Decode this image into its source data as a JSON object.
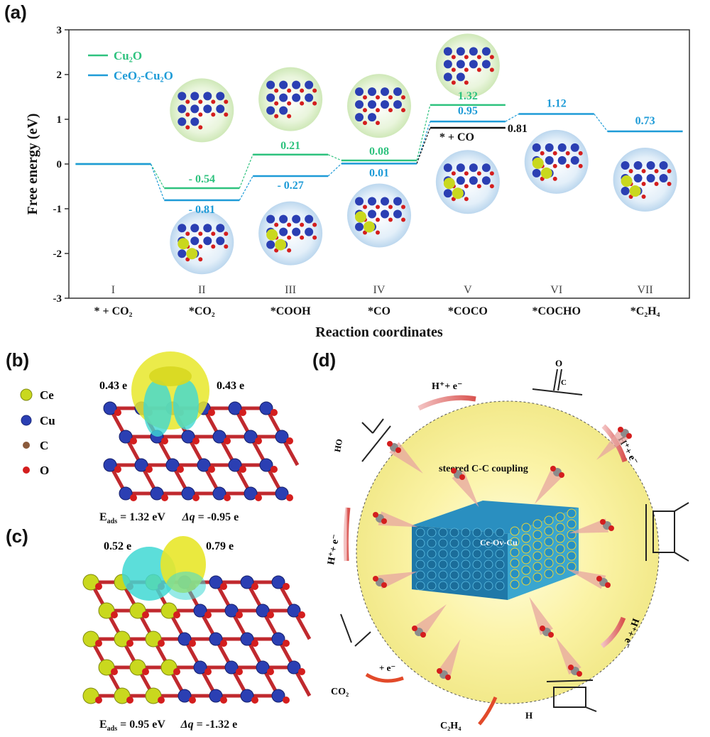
{
  "panels": {
    "a": "(a)",
    "b": "(b)",
    "c": "(c)",
    "d": "(d)"
  },
  "chart_data": {
    "type": "line",
    "title": "",
    "ylabel": "Free energy (eV)",
    "xlabel": "Reaction coordinates",
    "ylim": [
      -3,
      3
    ],
    "yticks": [
      "-3",
      "-2",
      "-1",
      "0",
      "1",
      "2",
      "3"
    ],
    "roman": [
      "I",
      "II",
      "III",
      "IV",
      "V",
      "VI",
      "VII"
    ],
    "categories": [
      "* + CO₂",
      "*CO₂",
      "*COOH",
      "*CO",
      "*COCO",
      "*COCHO",
      "*C₂H₄"
    ],
    "series": [
      {
        "name": "Cu₂O",
        "color": "#2ec27e",
        "values": [
          0,
          -0.54,
          0.21,
          0.08,
          1.32
        ],
        "labels": [
          "",
          "- 0.54",
          "0.21",
          "0.08",
          "1.32"
        ]
      },
      {
        "name": "CeO₂-Cu₂O",
        "color": "#1e9bd7",
        "values": [
          0,
          -0.81,
          -0.27,
          0.01,
          0.95,
          1.12,
          0.73
        ],
        "labels": [
          "",
          "- 0.81",
          "- 0.27",
          "0.01",
          "0.95",
          "1.12",
          "0.73"
        ]
      }
    ],
    "extra_level": {
      "label": "* + CO",
      "value": 0.81,
      "value_label": "0.81",
      "color": "#111111"
    }
  },
  "panel_b": {
    "legend": [
      "Ce",
      "Cu",
      "C",
      "O"
    ],
    "legend_colors": [
      "#c9d81e",
      "#2b3fb3",
      "#8a5a3c",
      "#d41e1e"
    ],
    "charge_left": "0.43 e",
    "charge_right": "0.43 e",
    "e_ads_label": "E",
    "e_ads_sub": "ads",
    "e_ads_value": "=  1.32 eV",
    "dq_symbol": "Δq",
    "dq_value": "=  -0.95 e"
  },
  "panel_c": {
    "charge_left": "0.52 e",
    "charge_right": "0.79 e",
    "e_ads_label": "E",
    "e_ads_sub": "ads",
    "e_ads_value": "= 0.95 eV",
    "dq_symbol": "Δq",
    "dq_value": "= -1.32 e"
  },
  "panel_d": {
    "center_text": "steered C-C coupling",
    "site_text": "Ce-Ov-Cu",
    "step_labels": [
      "H⁺+ e⁻",
      "H⁺+ e⁻",
      "H⁺+ e⁻",
      "H⁺+ e⁻",
      "+ e⁻"
    ],
    "co2": "CO₂",
    "c2h4": "C₂H₄",
    "ho": "HO",
    "h": "H",
    "o_letter": "O",
    "c_letter": "C"
  }
}
